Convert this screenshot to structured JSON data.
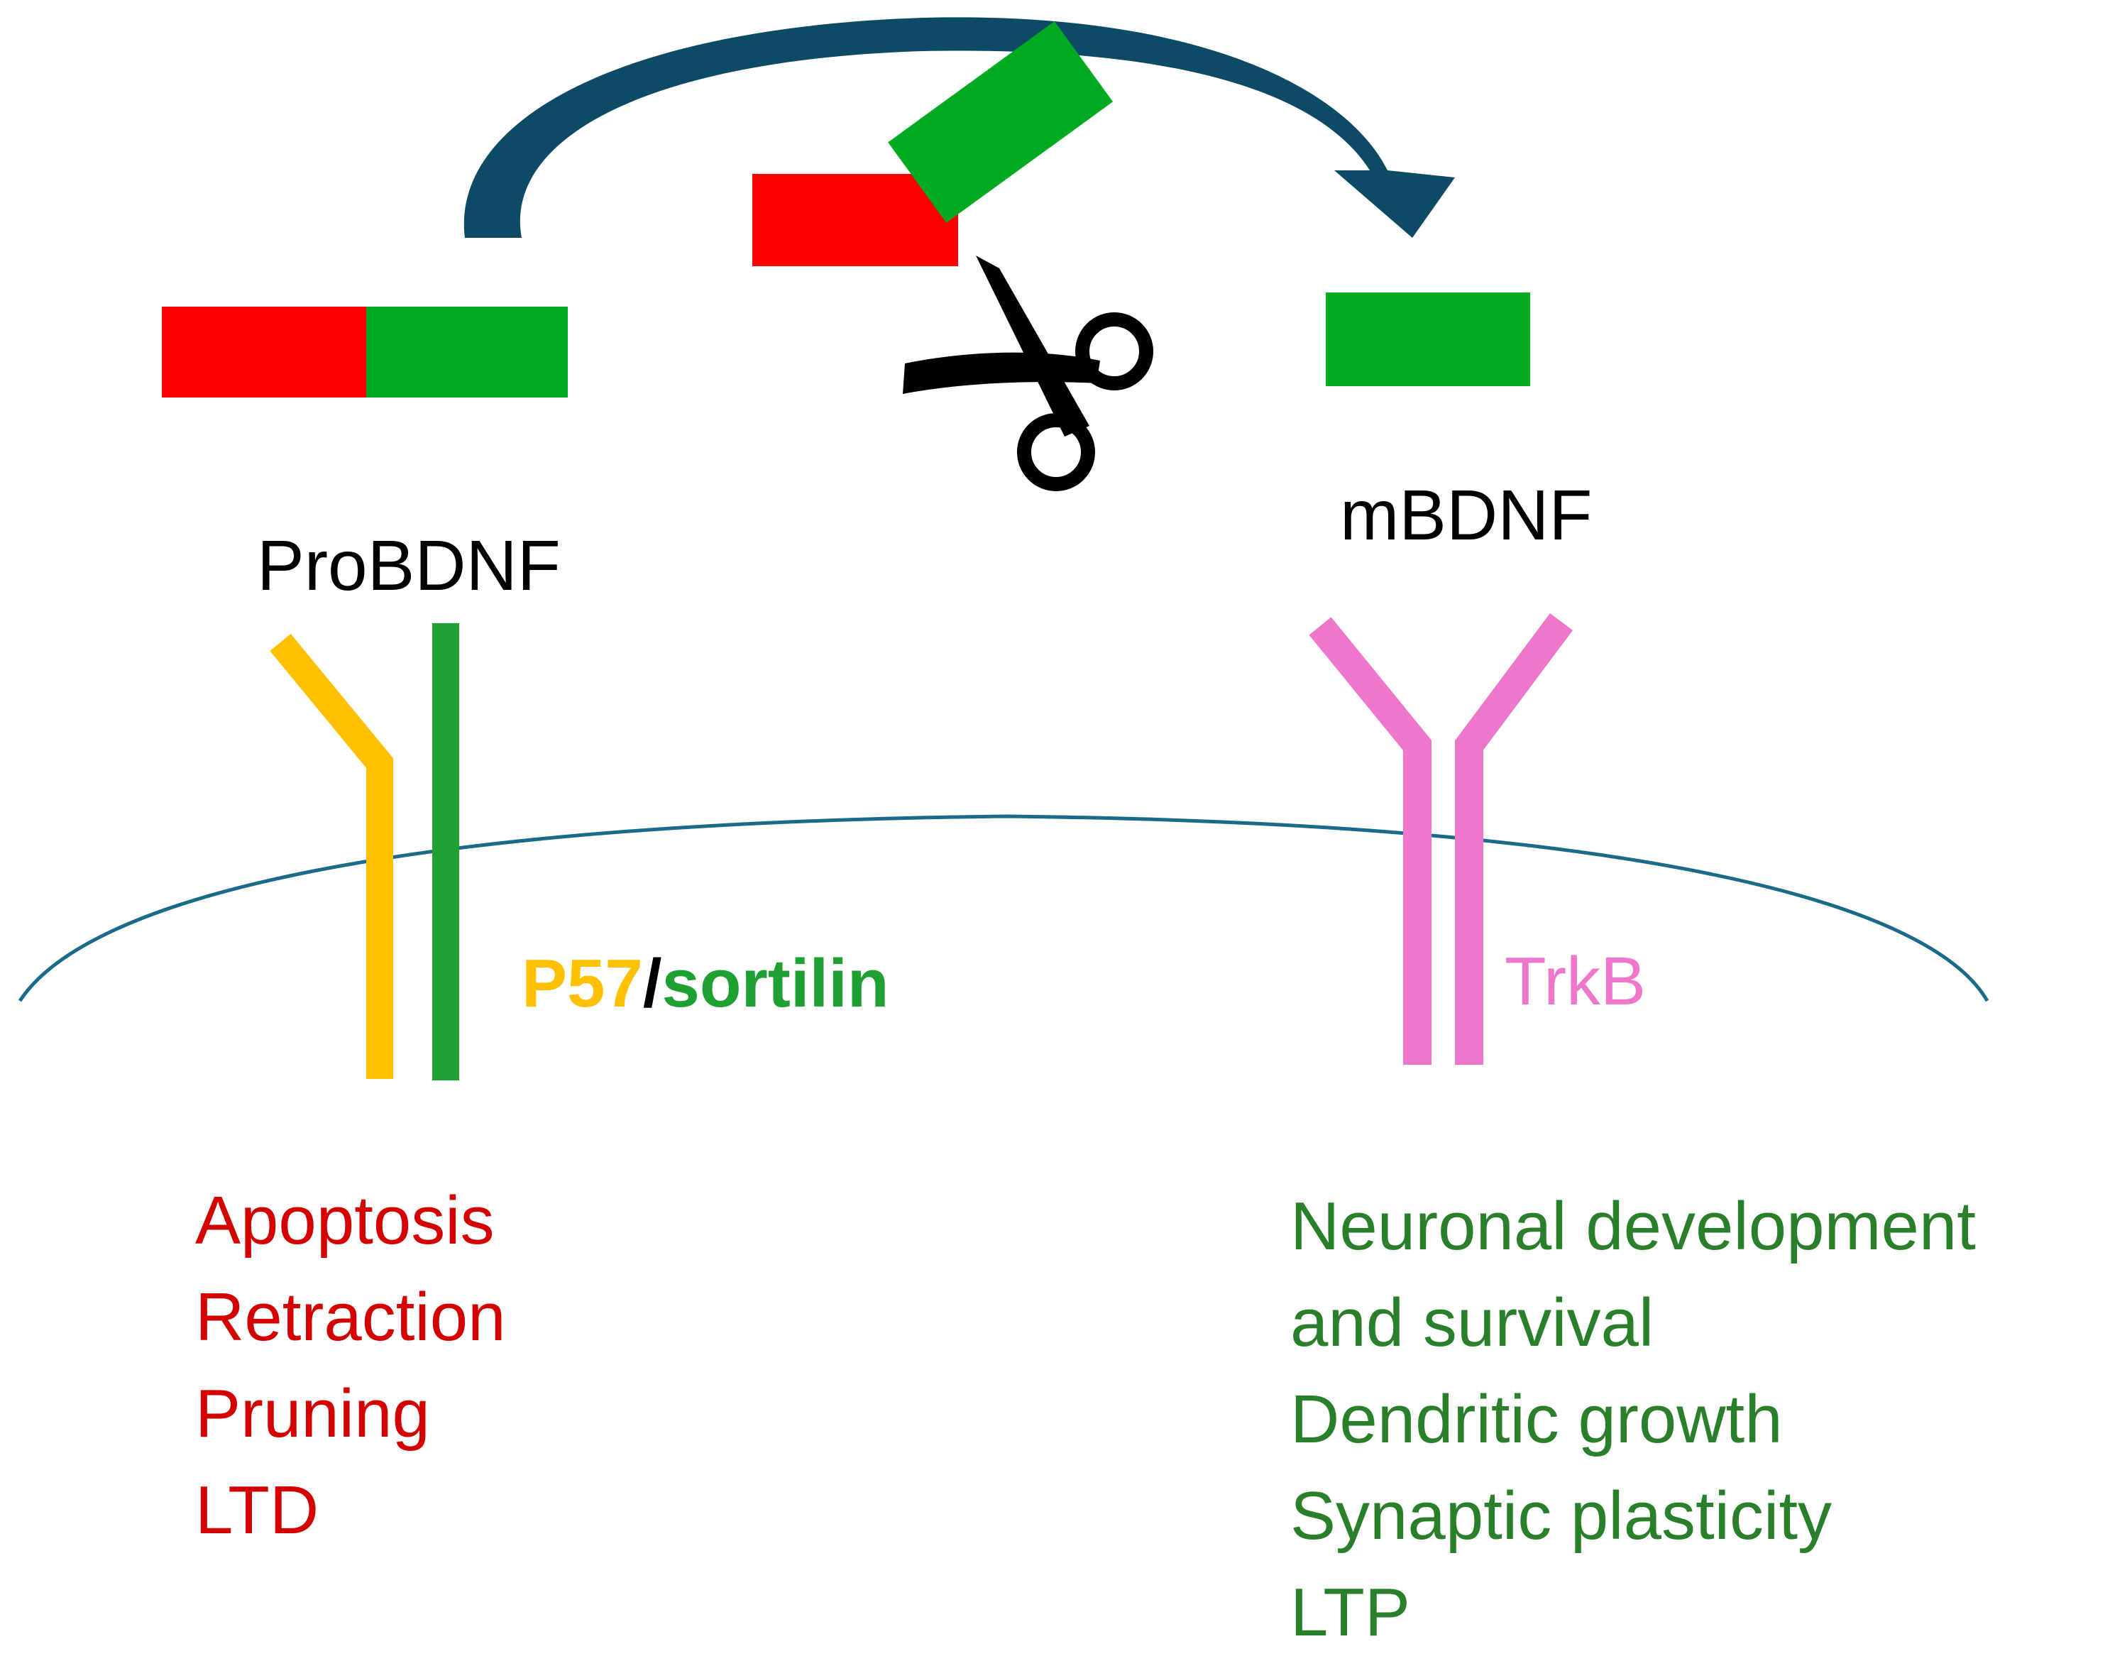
{
  "labels": {
    "probdnf": "ProBDNF",
    "mbdnf": "mBDNF",
    "p57": "P57",
    "slash": "/",
    "sortilin": "sortilin",
    "trkb": "TrkB"
  },
  "pro_effects": [
    "Apoptosis",
    "Retraction",
    "Pruning",
    "LTD"
  ],
  "mature_effects": [
    "Neuronal development",
    "and survival",
    "Dendritic growth",
    "Synaptic plasticity",
    "LTP"
  ],
  "colors": {
    "prodomain": "#ff0000",
    "mature_domain": "#00aa22",
    "arrow": "#0d4a66",
    "p57": "#ffc000",
    "sortilin": "#1ea033",
    "trkb": "#ee77cc",
    "membrane": "#1a6a8a",
    "pro_effects_text": "#d40000",
    "mature_effects_text": "#2a7f2a",
    "scissors": "#000000"
  },
  "icons": [
    "scissors-icon",
    "cleavage-arrow"
  ]
}
